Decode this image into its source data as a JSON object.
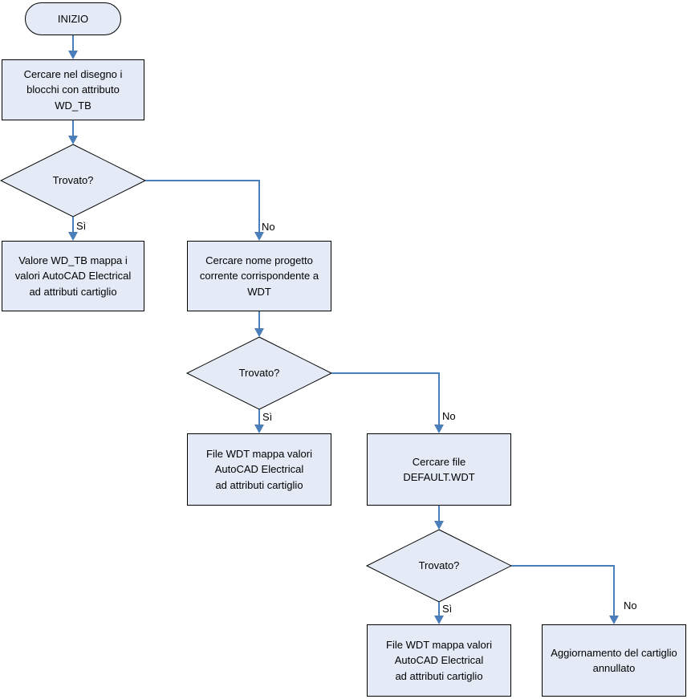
{
  "colors": {
    "background": "#ffffff",
    "shape_fill": "#e4eaf6",
    "shape_border": "#000000",
    "connector": "#4a7ebb",
    "text": "#000000"
  },
  "nodes": {
    "start": {
      "type": "terminator",
      "label": "INIZIO"
    },
    "search_blocks": {
      "type": "process",
      "label": "Cercare nel disegno i\nblocchi con attributo\nWD_TB"
    },
    "decision_found_1": {
      "type": "decision",
      "label": "Trovato?"
    },
    "map_wd_tb": {
      "type": "process",
      "label": "Valore WD_TB mappa i\nvalori AutoCAD Electrical\nad attributi cartiglio"
    },
    "search_project": {
      "type": "process",
      "label": "Cercare nome progetto\ncorrente corrispondente a\nWDT"
    },
    "decision_found_2": {
      "type": "decision",
      "label": "Trovato?"
    },
    "map_wdt_file_1": {
      "type": "process",
      "label": "File WDT mappa valori\nAutoCAD Electrical\nad attributi cartiglio"
    },
    "search_default_wdt": {
      "type": "process",
      "label": "Cercare file\nDEFAULT.WDT"
    },
    "decision_found_3": {
      "type": "decision",
      "label": "Trovato?"
    },
    "map_wdt_file_2": {
      "type": "process",
      "label": "File WDT mappa valori\nAutoCAD Electrical\nad attributi cartiglio"
    },
    "update_cancelled": {
      "type": "process",
      "label": "Aggiornamento del cartiglio\nannullato"
    }
  },
  "edge_labels": {
    "yes_1": "Sì",
    "no_1": "No",
    "yes_2": "Sì",
    "no_2": "No",
    "yes_3": "Sì",
    "no_3": "No"
  }
}
